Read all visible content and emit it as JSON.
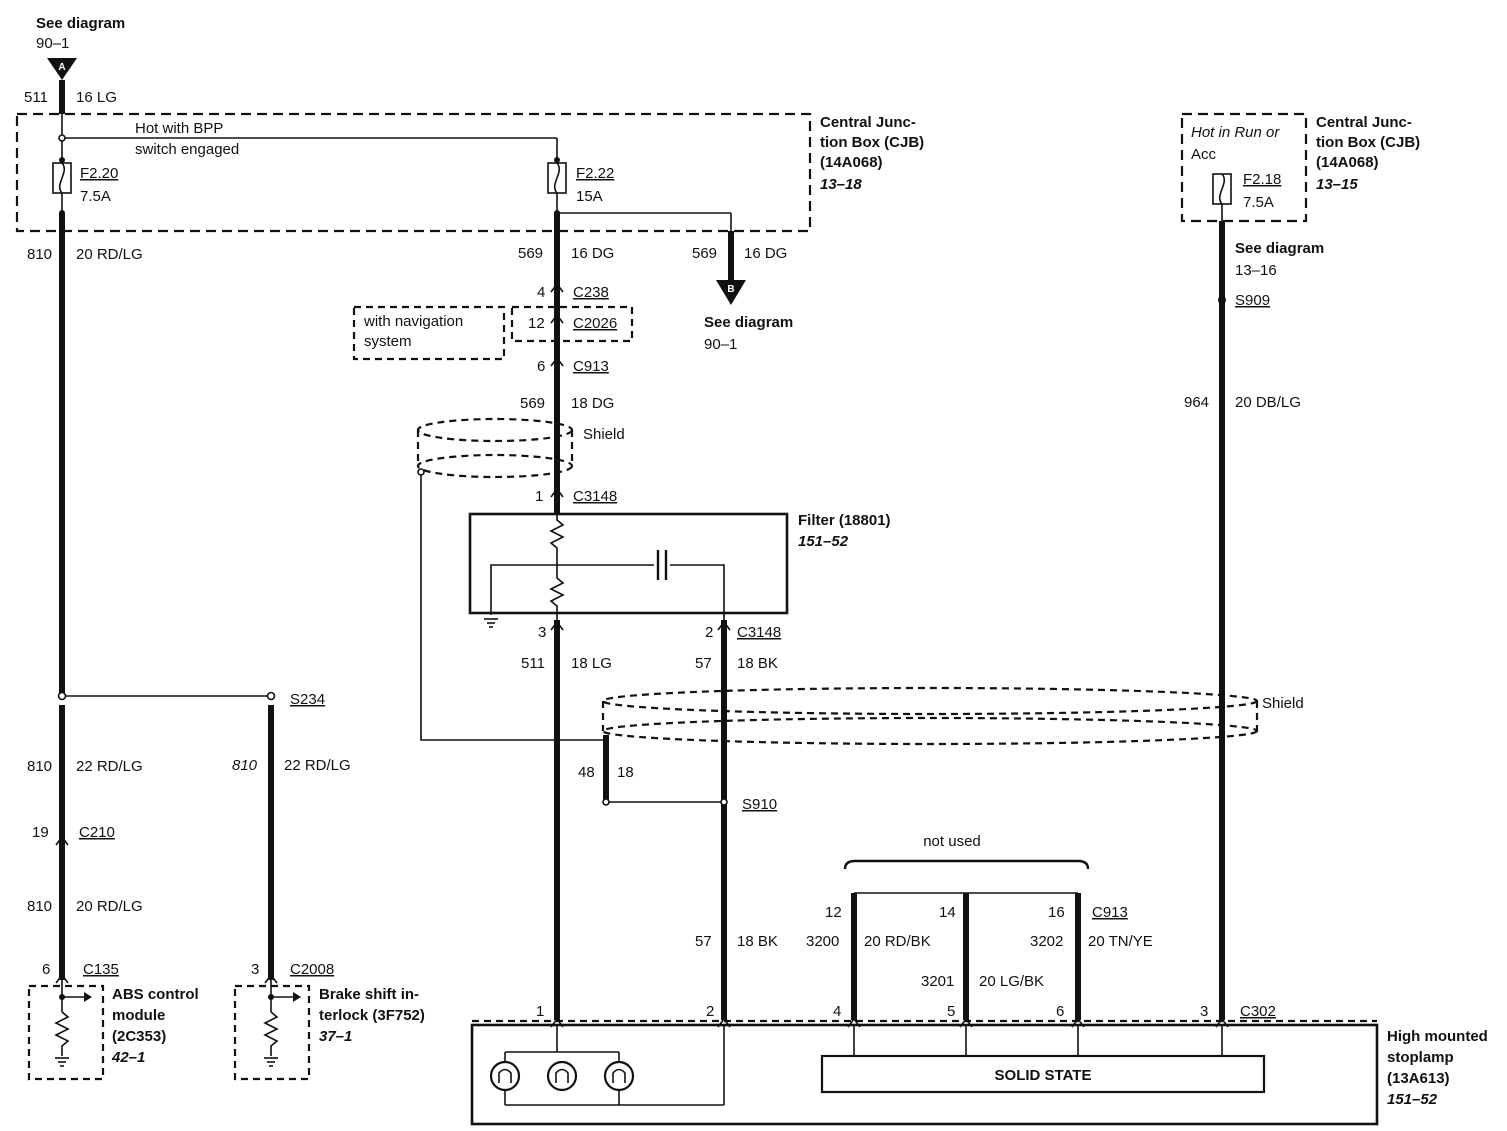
{
  "top_ref_a": {
    "title": "See diagram",
    "num": "90–1",
    "letter": "A"
  },
  "cjb_left": {
    "l1": "Central Junc-",
    "l2": "tion Box (CJB)",
    "l3": "(14A068)",
    "ref": "13–18",
    "hot1": "Hot with BPP",
    "hot2": "switch engaged"
  },
  "cjb_right": {
    "l1": "Central Junc-",
    "l2": "tion Box (CJB)",
    "l3": "(14A068)",
    "ref": "13–15",
    "hot1": "Hot in Run or",
    "hot2": "Acc"
  },
  "fuses": [
    {
      "name": "F2.20",
      "rating": "7.5A"
    },
    {
      "name": "F2.22",
      "rating": "15A"
    },
    {
      "name": "F2.18",
      "rating": "7.5A"
    }
  ],
  "wires": {
    "w511_top": {
      "circuit": "511",
      "gauge": "16 LG"
    },
    "w810_a": {
      "circuit": "810",
      "gauge": "20 RD/LG"
    },
    "w569_a": {
      "circuit": "569",
      "gauge": "16 DG"
    },
    "w569_b": {
      "circuit": "569",
      "gauge": "16 DG"
    },
    "w569_c": {
      "circuit": "569",
      "gauge": "18 DG"
    },
    "w964": {
      "circuit": "964",
      "gauge": "20 DB/LG"
    },
    "w511_b": {
      "circuit": "511",
      "gauge": "18 LG"
    },
    "w57_a": {
      "circuit": "57",
      "gauge": "18 BK"
    },
    "w810_b": {
      "circuit": "810",
      "gauge": "22 RD/LG"
    },
    "w810_c": {
      "circuit": "810",
      "gauge": "22 RD/LG"
    },
    "w810_d": {
      "circuit": "810",
      "gauge": "20 RD/LG"
    },
    "w48": {
      "circuit": "48",
      "gauge": "18"
    },
    "w57_b": {
      "circuit": "57",
      "gauge": "18 BK"
    },
    "w3200": {
      "circuit": "3200",
      "gauge": "20 RD/BK"
    },
    "w3201": {
      "circuit": "3201",
      "gauge": "20 LG/BK"
    },
    "w3202": {
      "circuit": "3202",
      "gauge": "20 TN/YE"
    }
  },
  "ref_b": {
    "title": "See diagram",
    "num": "90–1",
    "letter": "B"
  },
  "ref_c": {
    "title": "See diagram",
    "num": "13–16"
  },
  "connectors": {
    "c238": {
      "pin": "4",
      "name": "C238"
    },
    "c2026": {
      "pin": "12",
      "name": "C2026"
    },
    "c913_a": {
      "pin": "6",
      "name": "C913"
    },
    "c3148_a": {
      "pin": "1",
      "name": "C3148"
    },
    "c3148_b": {
      "pin3": "3",
      "pin2": "2",
      "name": "C3148"
    },
    "c210": {
      "pin": "19",
      "name": "C210"
    },
    "c135": {
      "pin": "6",
      "name": "C135"
    },
    "c2008": {
      "pin": "3",
      "name": "C2008"
    },
    "c913_b": {
      "p12": "12",
      "p14": "14",
      "p16": "16",
      "name": "C913"
    },
    "c302": {
      "p1": "1",
      "p2": "2",
      "p4": "4",
      "p5": "5",
      "p6": "6",
      "p3": "3",
      "name": "C302"
    }
  },
  "nav_note": {
    "l1": "with navigation",
    "l2": "system"
  },
  "shield_label": "Shield",
  "filter": {
    "name": "Filter (18801)",
    "ref": "151–52"
  },
  "splices": {
    "s909": "S909",
    "s234": "S234",
    "s910": "S910"
  },
  "abs": {
    "l1": "ABS control",
    "l2": "module",
    "l3": "(2C353)",
    "ref": "42–1"
  },
  "bsi": {
    "l1": "Brake shift in-",
    "l2": "terlock (3F752)",
    "ref": "37–1"
  },
  "not_used": "not used",
  "stoplamp": {
    "l1": "High mounted",
    "l2": "stoplamp",
    "l3": "(13A613)",
    "ref": "151–52",
    "solid_state": "SOLID STATE"
  }
}
